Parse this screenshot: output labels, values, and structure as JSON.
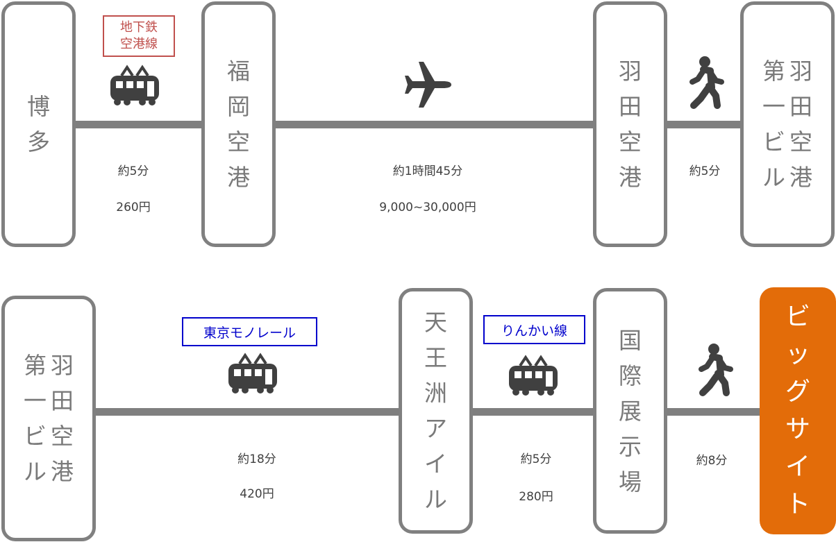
{
  "row1": {
    "stations": {
      "hakata": [
        "博",
        "多"
      ],
      "fukuoka": [
        "福",
        "岡",
        "空",
        "港"
      ],
      "haneda": [
        "羽",
        "田",
        "空",
        "港"
      ],
      "haneda_t1": [
        [
          "第",
          "一",
          "ビ",
          "ル"
        ],
        [
          "羽",
          "田",
          "空",
          "港"
        ]
      ]
    },
    "segments": {
      "seg1": {
        "line": [
          "地下鉄",
          "空港線"
        ],
        "line_color": "#c0504d",
        "mode": "train-icon",
        "time": "約5分",
        "fare": "260円"
      },
      "seg2": {
        "mode": "airplane-icon",
        "time": "約1時間45分",
        "fare": "9,000~30,000円"
      },
      "seg3": {
        "mode": "walking-person-icon",
        "time": "約5分"
      }
    }
  },
  "row2": {
    "stations": {
      "haneda_t1": [
        [
          "第",
          "一",
          "ビ",
          "ル"
        ],
        [
          "羽",
          "田",
          "空",
          "港"
        ]
      ],
      "tennozu": [
        "天",
        "王",
        "洲",
        "ア",
        "イ",
        "ル"
      ],
      "kokusai": [
        "国",
        "際",
        "展",
        "示",
        "場"
      ],
      "bigsight": [
        "ビ",
        "ッ",
        "グ",
        "サ",
        "イ",
        "ト"
      ]
    },
    "segments": {
      "seg1": {
        "line": "東京モノレール",
        "line_color": "#0000cc",
        "mode": "train-icon",
        "time": "約18分",
        "fare": "420円"
      },
      "seg2": {
        "line": "りんかい線",
        "line_color": "#0000cc",
        "mode": "train-icon",
        "time": "約5分",
        "fare": "280円"
      },
      "seg3": {
        "mode": "walking-person-icon",
        "time": "約8分"
      }
    }
  },
  "colors": {
    "line": "#7f7f7f",
    "station_border": "#808080",
    "destination": "#e36c09"
  }
}
